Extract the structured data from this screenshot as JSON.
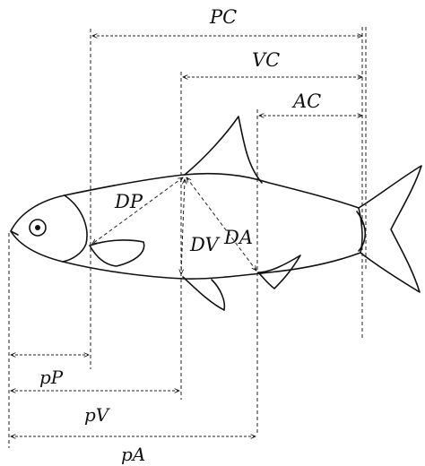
{
  "figure": {
    "labels": {
      "PC": "PC",
      "VC": "VC",
      "AC": "AC",
      "DP": "DP",
      "DA": "DA",
      "DV": "DV",
      "pP": "pP",
      "pV": "pV",
      "pA": "pA"
    },
    "colors": {
      "ink": "#111111",
      "background": "#ffffff"
    }
  }
}
